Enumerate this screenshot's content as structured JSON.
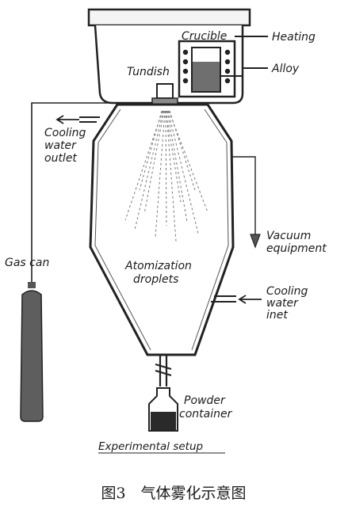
{
  "labels": {
    "crucible": "Crucible",
    "heating": "Heating",
    "tundish": "Tundish",
    "alloy": "Alloy",
    "cooling_outlet_line1": "Cooling",
    "cooling_outlet_line2": "water",
    "cooling_outlet_line3": "outlet",
    "vacuum_line1": "Vacuum",
    "vacuum_line2": "equipment",
    "gas_can": "Gas can",
    "atomization_line1": "Atomization",
    "atomization_line2": "droplets",
    "cooling_inlet_line1": "Cooling",
    "cooling_inlet_line2": "water",
    "cooling_inlet_line3": "inet",
    "powder_line1": "Powder",
    "powder_line2": "container"
  },
  "caption": "Experimental setup",
  "figure_caption": "图3　气体雾化示意图"
}
